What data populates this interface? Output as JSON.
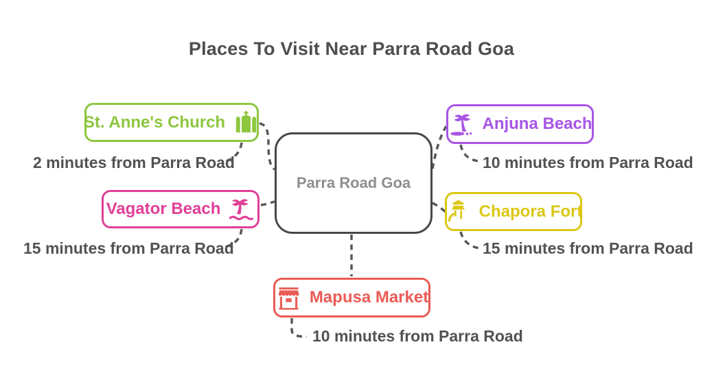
{
  "title": "Places To Visit Near Parra Road Goa",
  "center": {
    "label": "Parra Road Goa"
  },
  "nodes": [
    {
      "id": "st-annes-church",
      "label": "St. Anne's Church",
      "caption": "2 minutes from Parra Road",
      "color": "#8dc63f",
      "icon": "church-icon"
    },
    {
      "id": "anjuna-beach",
      "label": "Anjuna Beach",
      "caption": "10 minutes from Parra Road",
      "color": "#a855e6",
      "icon": "palm-tree-icon"
    },
    {
      "id": "vagator-beach",
      "label": "Vagator Beach",
      "caption": "15 minutes from Parra Road",
      "color": "#e03f96",
      "icon": "palm-beach-waves-icon"
    },
    {
      "id": "chapora-fort",
      "label": "Chapora Fort",
      "caption": "15 minutes from Parra Road",
      "color": "#dcc713",
      "icon": "fort-watchtower-icon"
    },
    {
      "id": "mapusa-market",
      "label": "Mapusa Market",
      "caption": "10 minutes from Parra Road",
      "color": "#ea5b55",
      "icon": "market-stall-icon"
    }
  ],
  "colors": {
    "title_text": "#4e4e50",
    "caption_text": "#525254",
    "center_border": "#47474a",
    "center_text": "#8e8e90",
    "connector": "#58585a"
  }
}
